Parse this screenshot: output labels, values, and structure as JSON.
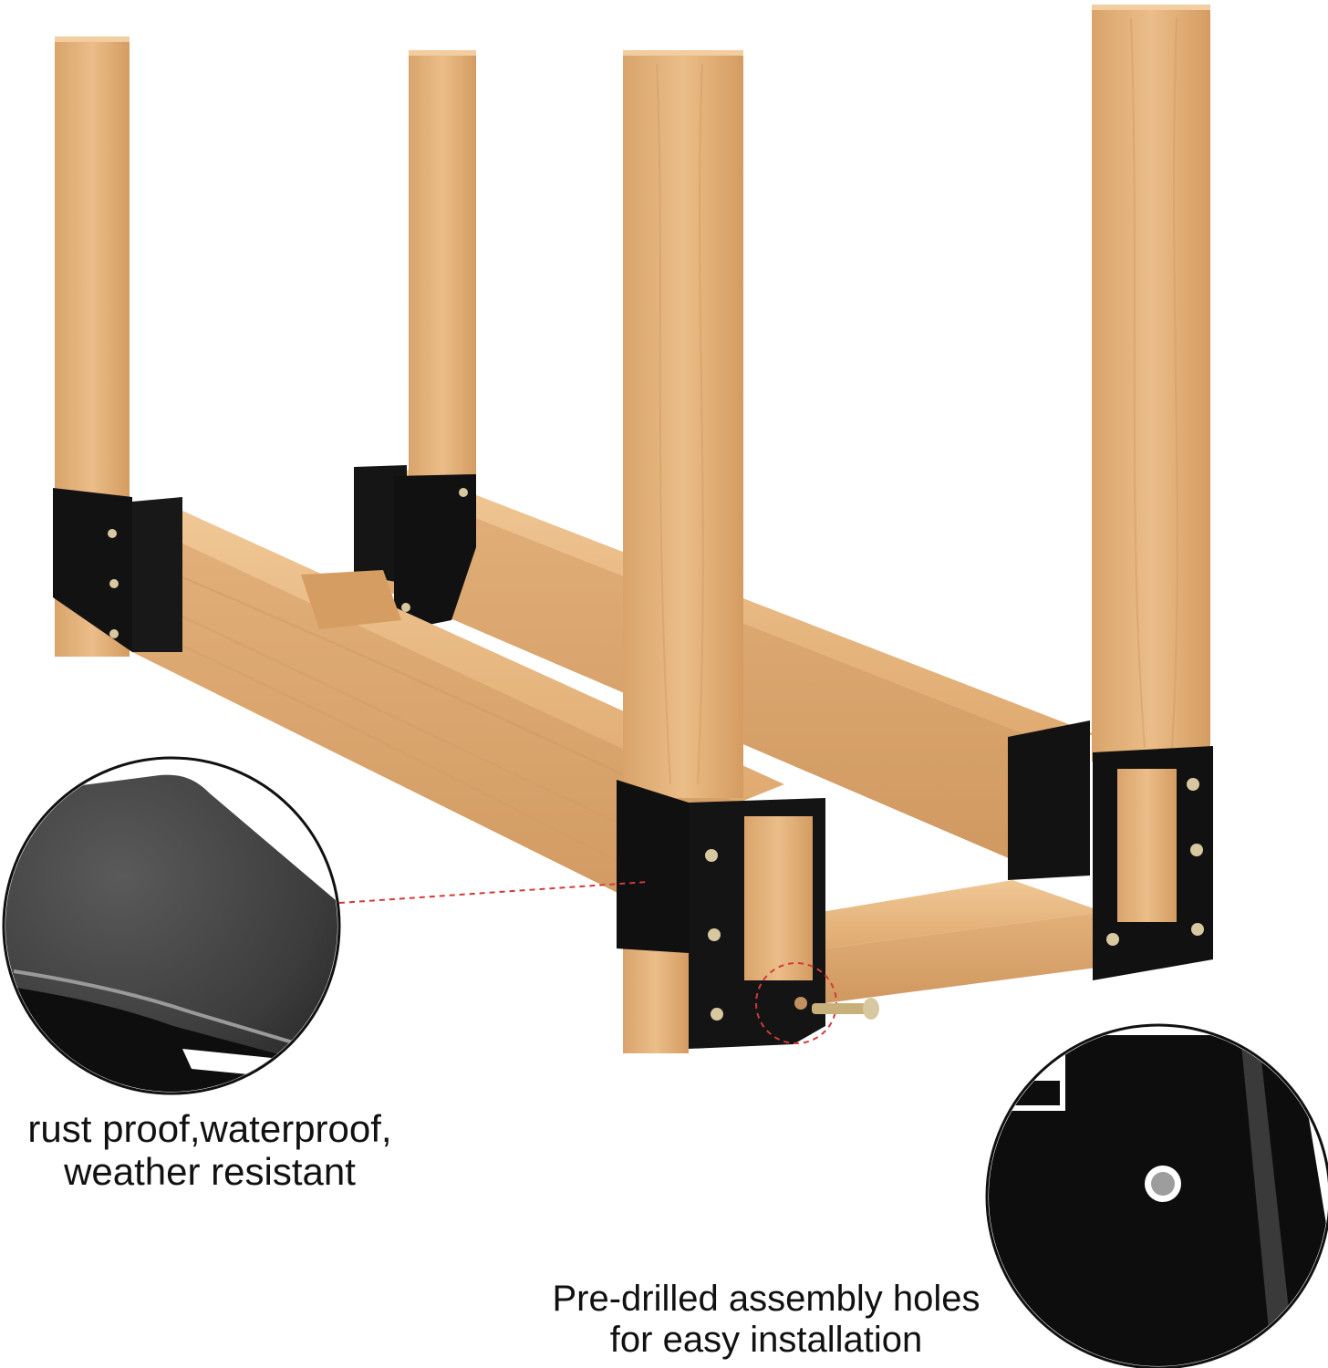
{
  "product": {
    "wood_color": "#e2b27e",
    "wood_shadow_color": "#c58e55",
    "bracket_color": "#111111",
    "screw_color": "#d8c8a0",
    "callout_line_color": "#d23a3a"
  },
  "callouts": {
    "coating": {
      "line1": "rust proof,waterproof,",
      "line2": "weather resistant"
    },
    "holes": {
      "line1": "Pre-drilled assembly holes",
      "line2": "for easy installation"
    }
  }
}
